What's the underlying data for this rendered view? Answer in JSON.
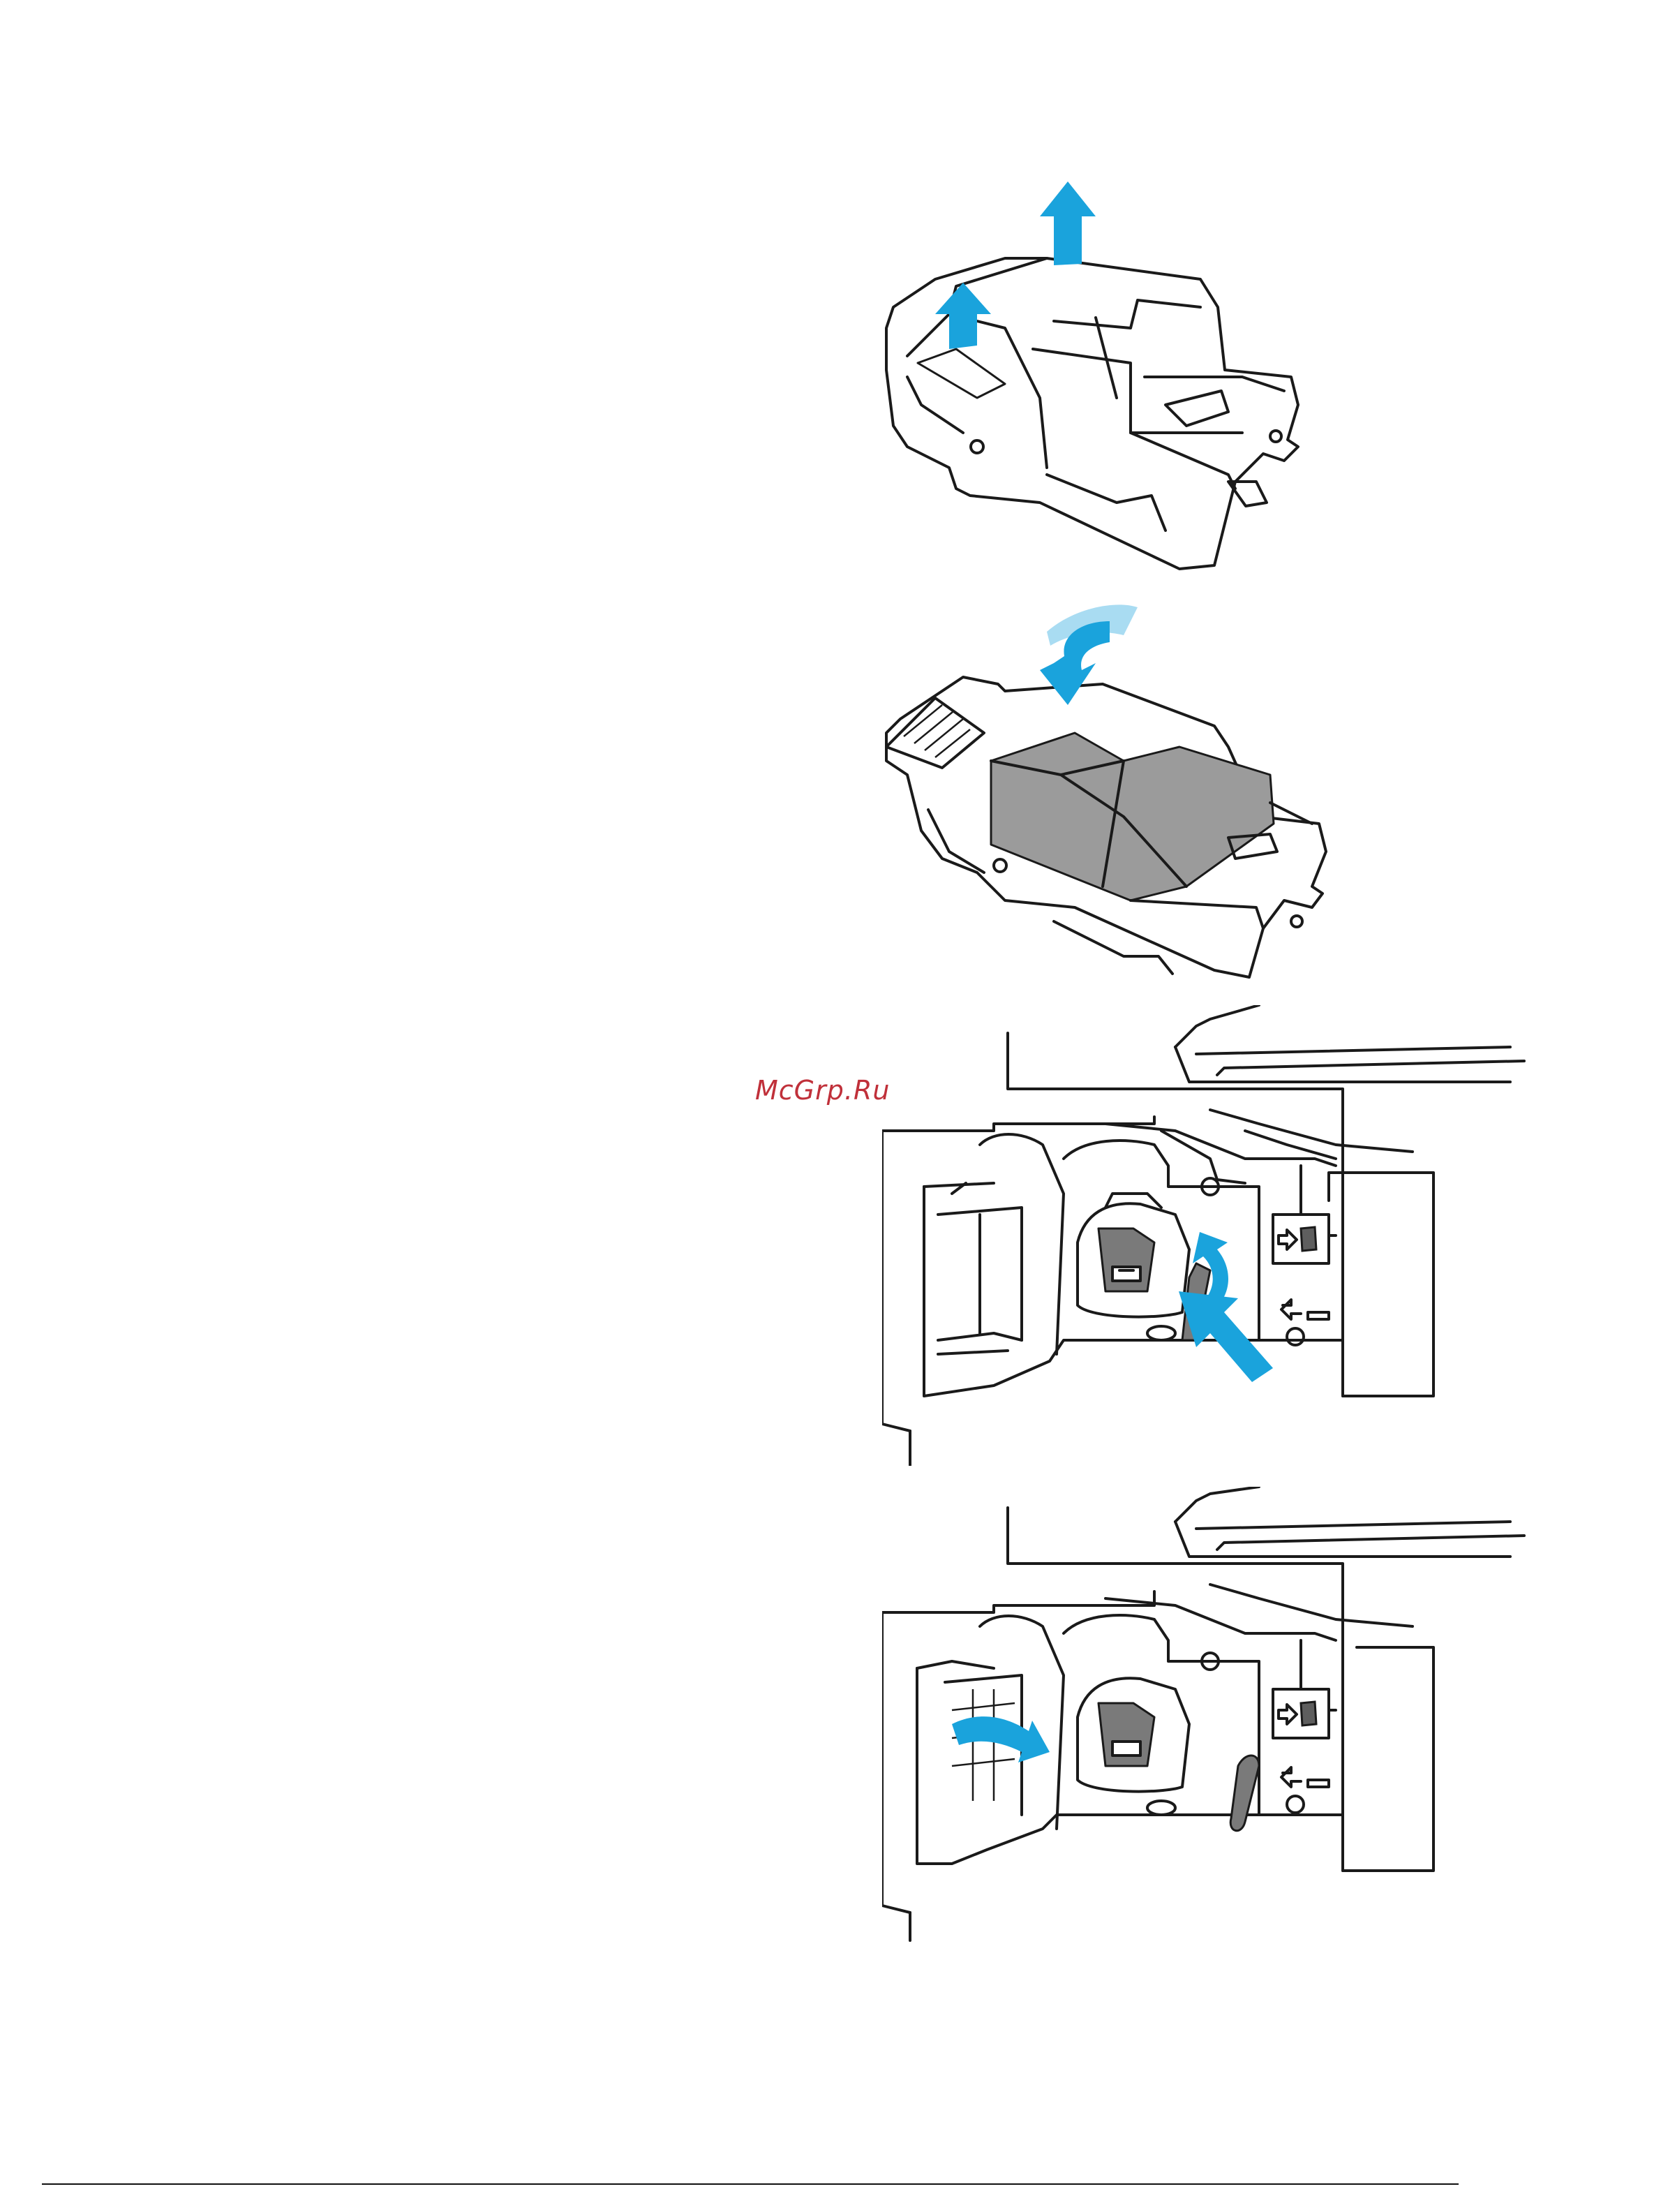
{
  "watermark": "McGrp.Ru",
  "colors": {
    "arrow": "#1aa3dc",
    "arrow_light": "#a9dcf2",
    "staples": "#9b9b9b",
    "ink": "#1a1a1a"
  },
  "illustrations": [
    {
      "name": "staple-cartridge-lift-tabs",
      "arrows": [
        "arrow-up-icon",
        "arrow-up-icon"
      ]
    },
    {
      "name": "staple-cartridge-insert-refill",
      "arrows": [
        "curved-arrow-icon"
      ]
    },
    {
      "name": "stapler-insert-cartridge",
      "arrows": [
        "arrow-push-icon",
        "curved-arrow-icon"
      ]
    },
    {
      "name": "finisher-close-door",
      "arrows": [
        "curved-arrow-icon"
      ]
    }
  ]
}
